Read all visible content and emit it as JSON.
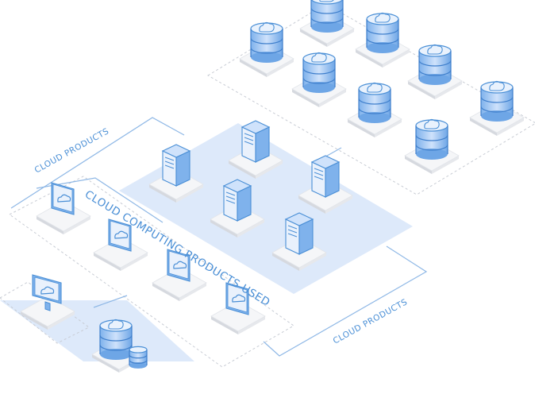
{
  "labels": {
    "cloud_products_top": "CLOUD PRODUCTS",
    "cloud_computing_used": "CLOUD COMPUTING PRODUCTS USED",
    "cloud_products_bottom": "CLOUD PRODUCTS"
  },
  "colors": {
    "accent": "#4a8fd6",
    "line": "#8fb8e6",
    "highlight_fill": "#dde9fa",
    "tile_top": "#f5f6f8",
    "tile_left": "#d6d9df",
    "tile_right": "#e6e8ec",
    "dashed": "#c8ccd4"
  },
  "icons": {
    "database": "database-cloud-icon",
    "server": "server-tower-icon",
    "tablet": "cloud-tablet-icon",
    "monitor": "cloud-monitor-icon"
  }
}
